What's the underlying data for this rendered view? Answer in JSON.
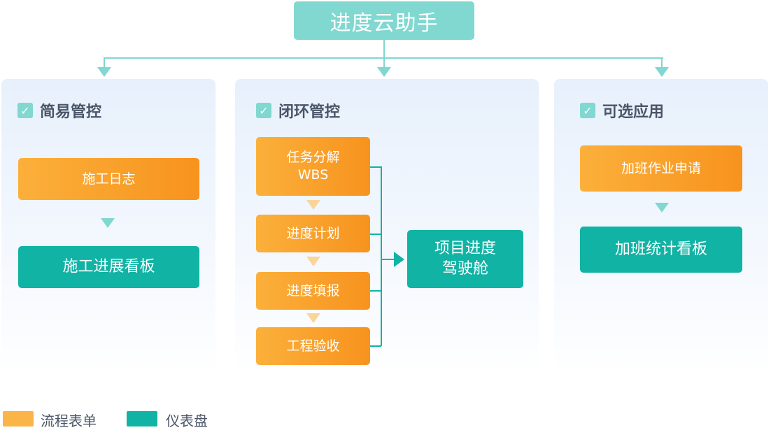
{
  "title": "进度云助手",
  "colors": {
    "flow_form": "#f7a42c",
    "dashboard": "#10b3a4",
    "title_bg": "#80d8d0"
  },
  "panels": [
    {
      "header": "简易管控",
      "items": [
        "施工日志",
        "施工进展看板"
      ]
    },
    {
      "header": "闭环管控",
      "flow": [
        "任务分解\nWBS",
        "进度计划",
        "进度填报",
        "工程验收"
      ],
      "dashboard": "项目进度\n驾驶舱"
    },
    {
      "header": "可选应用",
      "items": [
        "加班作业申请",
        "加班统计看板"
      ]
    }
  ],
  "legend": [
    {
      "label": "流程表单",
      "color": "#f7a42c"
    },
    {
      "label": "仪表盘",
      "color": "#10b3a4"
    }
  ]
}
